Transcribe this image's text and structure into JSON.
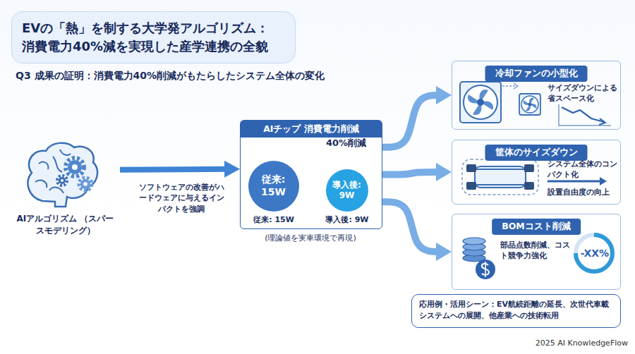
{
  "diagram": {
    "title": "EVの「熱」を制する大学発アルゴリズム： 消費電力40%減を実現した産学連携の全貌",
    "nodes": [
      {
        "text": [
          "AIアルゴリズム （スパースモデリング）"
        ]
      },
      {
        "text": [
          "AIチップ 消費電力削減"
        ]
      },
      {
        "text": [
          "従来: 15W"
        ],
        "in": 1
      },
      {
        "text": [
          "導入後: 9W"
        ],
        "in": 1
      },
      {
        "text": [
          "冷却ファンの小型化",
          "サイズダウンによる省スペース化"
        ]
      },
      {
        "text": [
          "筐体のサイズダウン",
          "システム全体のコンパクト化",
          "設置自由度の向上"
        ]
      },
      {
        "text": [
          "BOMコスト削減",
          "部品点数削減、コスト競争力強化",
          "-XX%"
        ]
      },
      {
        "text": [
          "応用例・活用シーン：EV航続距離の延長、次世代車載システムへの展開、他産業への技術転用"
        ]
      }
    ],
    "edges": [
      {
        "from": 0,
        "to": 1,
        "arrow": "to",
        "label": "ソフトウェアの改善がハードウェアに与えるインパクトを強調"
      },
      {
        "from": 2,
        "to": 3,
        "arrow": "to",
        "label": "40%削減"
      },
      {
        "from": 1,
        "to": 4,
        "arrow": "to"
      },
      {
        "from": 1,
        "to": 5,
        "arrow": "to"
      },
      {
        "from": 1,
        "to": 6,
        "arrow": "to"
      }
    ],
    "labels": [
      "Q3 成果の証明：消費電力40%削減がもたらしたシステム全体の変化",
      "従来: 15W",
      "導入後: 9W",
      "(理論値を実車環境で再現)",
      "2025 AI KnowledgeFlow"
    ]
  }
}
